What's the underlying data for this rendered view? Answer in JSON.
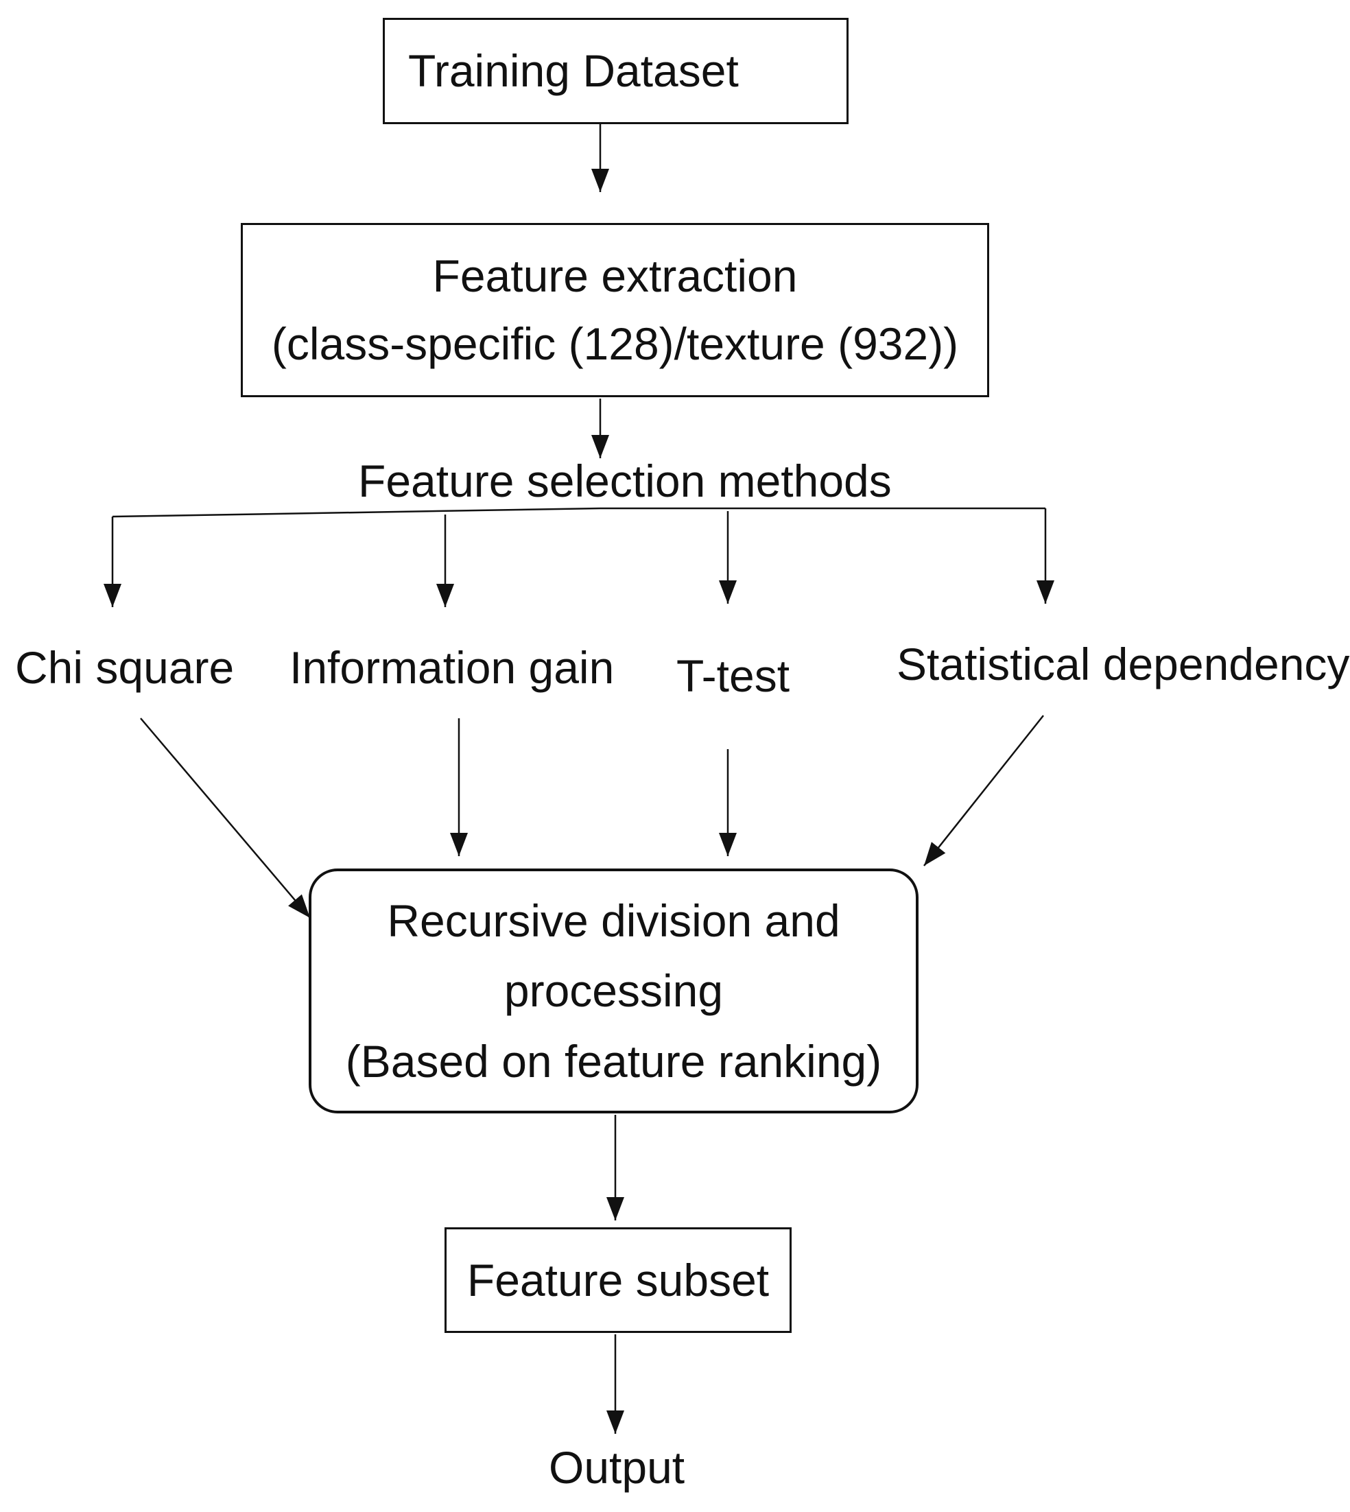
{
  "nodes": {
    "training_dataset": "Training Dataset",
    "feature_extraction": {
      "line1": "Feature extraction",
      "line2": "(class-specific (128)/texture (932))"
    },
    "feature_selection_label": "Feature selection methods",
    "methods": [
      "Chi square",
      "Information gain",
      "T-test",
      "Statistical dependency"
    ],
    "recursive": {
      "line1": "Recursive division and",
      "line2": "processing",
      "line3": "(Based on feature ranking)"
    },
    "feature_subset": "Feature subset",
    "output": "Output"
  },
  "colors": {
    "stroke": "#111111",
    "background": "#ffffff"
  }
}
